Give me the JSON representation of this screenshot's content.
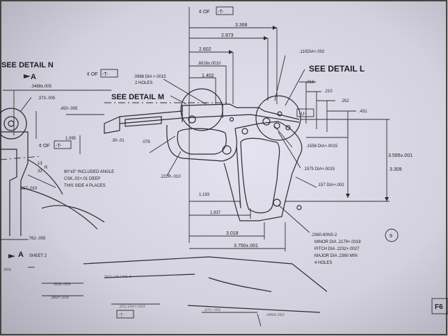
{
  "image": {
    "subject": "photograph of a printed engineering blueprint of a pistol frame"
  },
  "callouts": {
    "see_detail_n": "SEE DETAIL N",
    "see_detail_m": "SEE DETAIL M",
    "see_detail_l": "SEE DETAIL L",
    "datum_a_top": "A",
    "datum_a_bottom": "A",
    "sheet_ref": "SHEET 2",
    "section_ref": "SEE DETAIL 1",
    "circled_note": "9",
    "sheet_corner": "F6"
  },
  "datums": {
    "cl_top": "¢ OF",
    "cl_top_box": "-T-",
    "cl_mid": "¢ OF",
    "cl_mid_box": "-T-",
    "cl_left": "¢ OF",
    "cl_left_box": "-T-",
    "u_box": "-U-",
    "bottom_box": "-T-"
  },
  "dimensions": {
    "d3368": "3.368",
    "d2973": "2.973",
    "d2602": "2.602",
    "d8016": ".8016±.0010",
    "d1402": "1.402",
    "d0988": ".0988 DIA +.0015",
    "holes2": "2 HOLES",
    "d3488": ".3488±.005",
    "d373": ".373-.005",
    "d450": ".450-.005",
    "d1095": "1.095",
    "d30": ".30-.01",
    "d076": ".076",
    "d110": ".110DIA+.002",
    "d016": ".016",
    "d210": ".210",
    "d252": ".252",
    "d431": ".431",
    "d1558": ".1558 DIA+.0015",
    "d1575": ".1575 DIA+.0015",
    "d157": ".157 DIA+.002",
    "d3595": "3.595±.001",
    "d3309": "3.309",
    "d222": ".222R-.010",
    "d1193": "1.193",
    "d1937": "1.937",
    "d3018": "3.018",
    "d3750": "3.750±.001",
    "d367": ".367-.010",
    "d762": ".762-.005",
    "d13": "13",
    "d32": "32",
    "r": "R",
    "d628": ".628-.003",
    "d365": ".365+.005",
    "d003": ".003",
    "d201": ".201 DIA+.003",
    "d105": ".105-.005",
    "d345": ".345±.010"
  },
  "notes": {
    "angle": {
      "line1": "60°±5° INCLUDED ANGLE",
      "line2": "CSK,.02+.01 DEEP",
      "line3": "THIS SIDE 4 PLACES"
    },
    "thread": {
      "line1": ".2360-60NS-2",
      "line2": "MINOR DIA .2179+.0018",
      "line3": "PITCH DIA .2232+.0027",
      "line4": "MAJOR DIA .2360 MIN",
      "line5": "4 HOLES"
    }
  }
}
